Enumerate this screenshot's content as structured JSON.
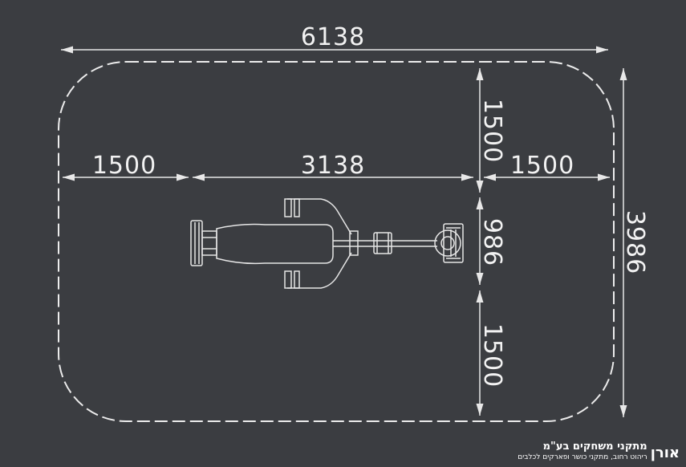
{
  "dimensions": {
    "overall_width": "6138",
    "overall_depth": "3986",
    "left_clearance": "1500",
    "equipment_length": "3138",
    "right_clearance": "1500",
    "top_clearance": "1500",
    "equipment_width": "986",
    "bottom_clearance": "1500"
  },
  "logo": {
    "brand": "אורן",
    "title": "מתקני משחקים בע\"מ",
    "subtitle": "ריהוט רחוב, מתקני כושר ופארקים לכלבים"
  },
  "colors": {
    "background": "#3b3d41",
    "lines": "#e8e8e8",
    "text": "#f2f2f2"
  }
}
